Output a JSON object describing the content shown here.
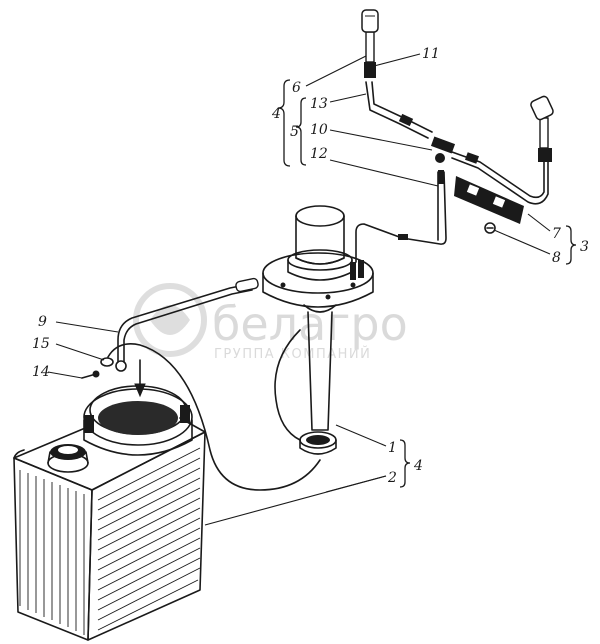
{
  "labels": {
    "l1": "1",
    "l2": "2",
    "l3": "3",
    "l4a": "4",
    "l4b": "4",
    "l5": "5",
    "l6": "6",
    "l7": "7",
    "l8": "8",
    "l9": "9",
    "l10": "10",
    "l11": "11",
    "l12": "12",
    "l13": "13",
    "l14": "14",
    "l15": "15"
  },
  "watermark": {
    "brand": "белагро",
    "tagline": "ГРУППА КОМПАНИЙ"
  }
}
